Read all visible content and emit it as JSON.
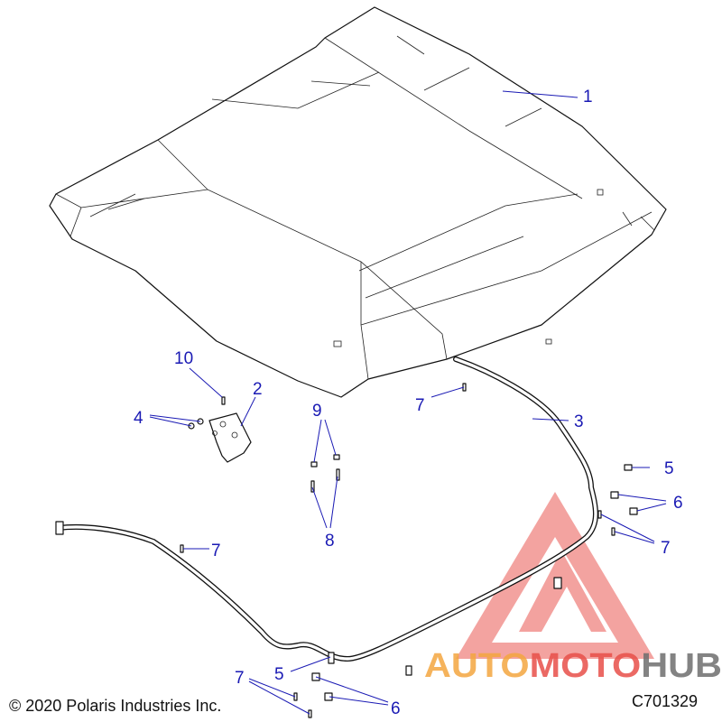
{
  "callouts": {
    "c1": "1",
    "c2": "2",
    "c3": "3",
    "c4": "4",
    "c5a": "5",
    "c5b": "5",
    "c6a": "6",
    "c6b": "6",
    "c7a": "7",
    "c7b": "7",
    "c7c": "7",
    "c7d": "7",
    "c8": "8",
    "c9": "9",
    "c10": "10"
  },
  "footer": {
    "copyright": "© 2020 Polaris Industries Inc.",
    "code": "C701329"
  },
  "watermark": {
    "part1": "AUTO",
    "part2": "MOTO",
    "part3": "HUB",
    "color_red": "#e8504a",
    "color_orange": "#f4a640",
    "color_gray": "#6e6e6e"
  },
  "colors": {
    "callout": "#1a1ab4",
    "line_art": "#111111"
  }
}
